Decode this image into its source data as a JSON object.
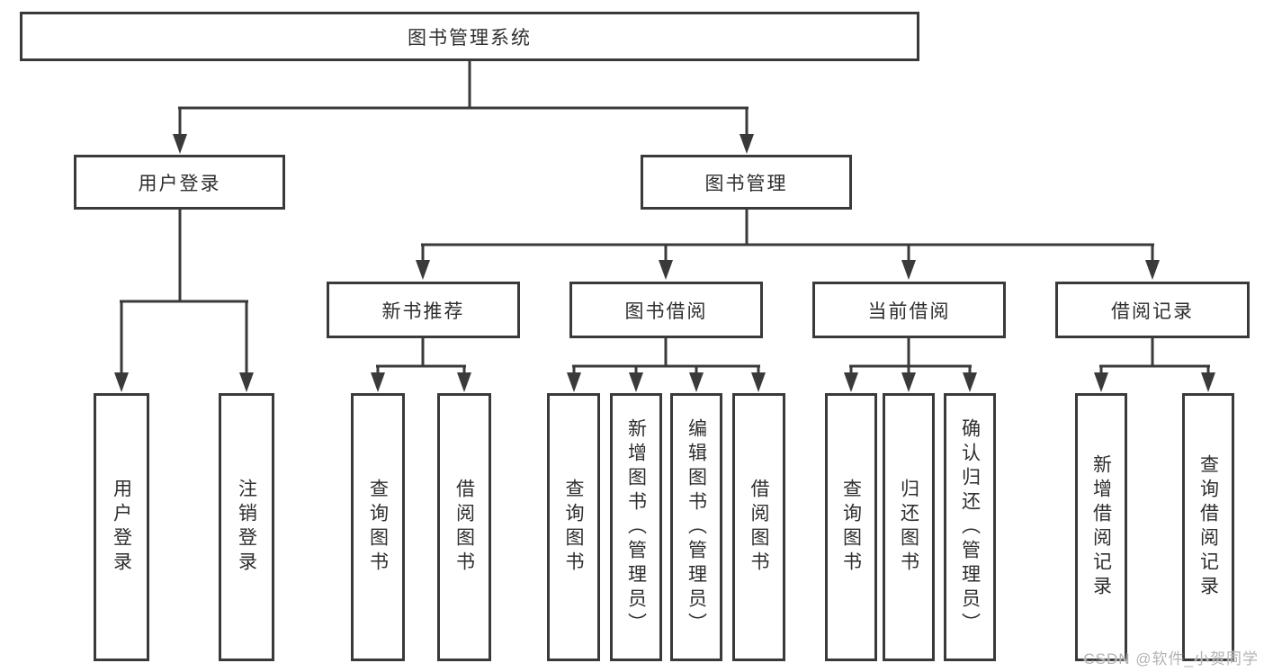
{
  "tree": {
    "label": "图书管理系统",
    "children": [
      {
        "label": "用户登录",
        "children": [
          {
            "label": "用户登录"
          },
          {
            "label": "注销登录"
          }
        ]
      },
      {
        "label": "图书管理",
        "children": [
          {
            "label": "新书推荐",
            "children": [
              {
                "label": "查询图书"
              },
              {
                "label": "借阅图书"
              }
            ]
          },
          {
            "label": "图书借阅",
            "children": [
              {
                "label": "查询图书"
              },
              {
                "label": "新增图书（管理员）"
              },
              {
                "label": "编辑图书（管理员）"
              },
              {
                "label": "借阅图书"
              }
            ]
          },
          {
            "label": "当前借阅",
            "children": [
              {
                "label": "查询图书"
              },
              {
                "label": "归还图书"
              },
              {
                "label": "确认归还（管理员）"
              }
            ]
          },
          {
            "label": "借阅记录",
            "children": [
              {
                "label": "新增借阅记录"
              },
              {
                "label": "查询借阅记录"
              }
            ]
          }
        ]
      }
    ]
  },
  "watermark": {
    "text": "CSDN @软件_小贺同学"
  },
  "colors": {
    "line": "#3a3a3a",
    "border": "#3a3a3a",
    "text": "#2e2e2e",
    "background": "#ffffff",
    "watermark": "#b3b3b3"
  }
}
